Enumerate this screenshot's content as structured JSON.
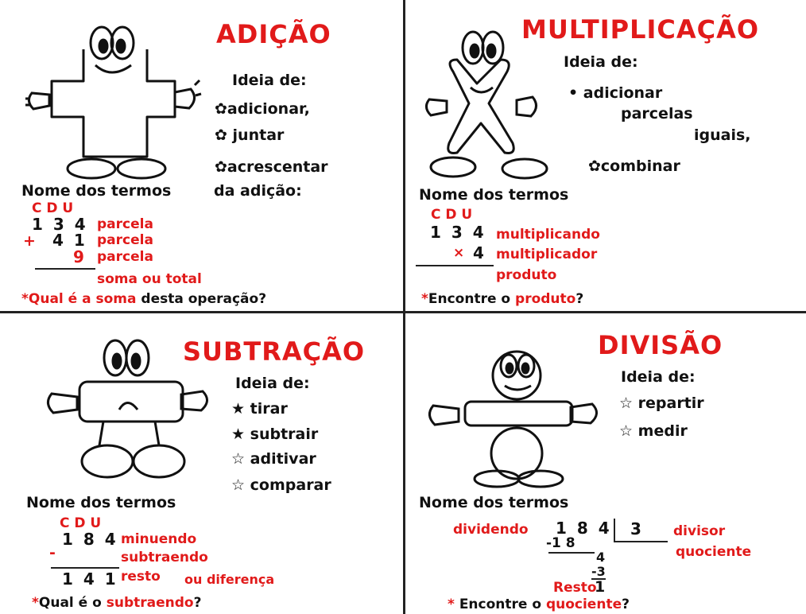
{
  "colors": {
    "accent": "#e11a1a",
    "text": "#111111",
    "divider": "#222222"
  },
  "addition": {
    "title": "ADIÇÃO",
    "idea_heading": "Ideia de:",
    "ideas": [
      "adicionar,",
      "juntar",
      "acrescentar"
    ],
    "terms_heading_left": "Nome dos termos",
    "terms_heading_right": "da adição:",
    "place_values": "C D U",
    "rows": [
      {
        "sign": "",
        "number": "1 3 4",
        "label": "parcela"
      },
      {
        "sign": "+",
        "number": "4 1",
        "label": "parcela"
      },
      {
        "sign": "",
        "number": "9",
        "label": "parcela"
      }
    ],
    "result_label": "soma ou total",
    "question_red": "*Qual é a soma",
    "question_black": "desta operação?"
  },
  "multiplication": {
    "title": "MULTIPLICAÇÃO",
    "idea_heading": "Ideia de:",
    "ideas": [
      "adicionar",
      "parcelas",
      "iguais,",
      "combinar"
    ],
    "terms_heading": "Nome dos termos",
    "place_values": "C D U",
    "rows": [
      {
        "sign": "",
        "number": "1 3 4",
        "label": "multiplicando"
      },
      {
        "sign": "×",
        "number": "4",
        "label": "multiplicador"
      }
    ],
    "result_label": "produto",
    "question_red_1": "*",
    "question_black_1": "Encontre o",
    "question_red_2": "produto",
    "question_black_2": "?"
  },
  "subtraction": {
    "title": "SUBTRAÇÃO",
    "idea_heading": "Ideia de:",
    "ideas": [
      "tirar",
      "subtrair",
      "aditivar",
      "comparar"
    ],
    "terms_heading": "Nome dos termos",
    "place_values": "C D U",
    "rows": [
      {
        "sign": "",
        "number": "1 8 4",
        "label": "minuendo"
      },
      {
        "sign": "-",
        "number": "",
        "label": "subtraendo"
      }
    ],
    "result_number": "1 4 1",
    "result_label": "resto",
    "result_extra": "ou diferença",
    "question_red_1": "*",
    "question_black_1": "Qual é o",
    "question_red_2": "subtraendo",
    "question_black_2": "?"
  },
  "division": {
    "title": "DIVISÃO",
    "idea_heading": "Ideia de:",
    "ideas": [
      "repartir",
      "medir"
    ],
    "terms_heading": "Nome dos termos",
    "dividend_label": "dividendo",
    "dividend": "1 8 4",
    "divisor": "3",
    "divisor_label": "divisor",
    "quotient_label": "quociente",
    "step1": "-1 8",
    "step2": "4",
    "step3": "-3",
    "remainder_label": "Resto",
    "remainder": "1",
    "question_red_1": "*",
    "question_black_1": "Encontre o",
    "question_red_2": "quociente",
    "question_black_2": "?"
  },
  "icons": [
    "plus-character-icon",
    "times-character-icon",
    "minus-character-icon",
    "division-character-icon",
    "flower-bullet-icon",
    "star-bullet-icon"
  ]
}
